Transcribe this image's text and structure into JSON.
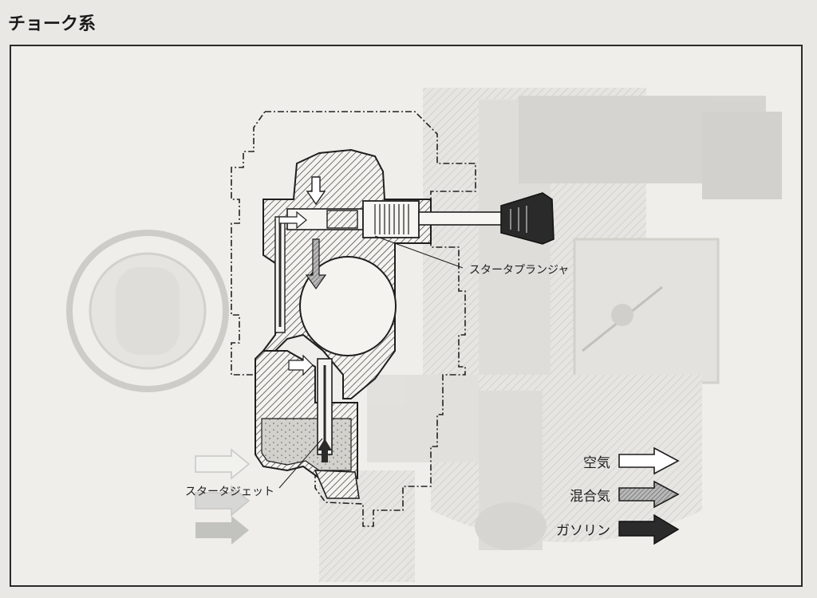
{
  "page": {
    "title": "チョーク系"
  },
  "callouts": {
    "starter_plunger": "スタータプランジャ",
    "starter_jet": "スタータジェット"
  },
  "legend": [
    {
      "label": "空気",
      "style": "outline",
      "color": "#ffffff"
    },
    {
      "label": "混合気",
      "style": "hatched",
      "color": "#8a8a8a"
    },
    {
      "label": "ガソリン",
      "style": "solid",
      "color": "#2b2b2b"
    }
  ]
}
